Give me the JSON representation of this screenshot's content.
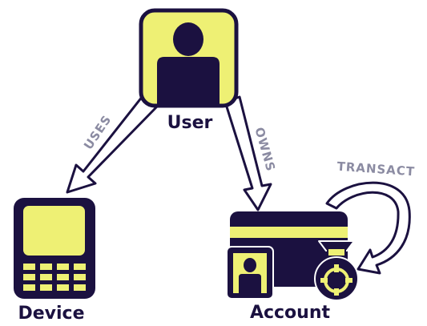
{
  "colors": {
    "dark": "#1b1140",
    "accent": "#eef074",
    "edge_label": "#8b8ba2",
    "background": "#ffffff"
  },
  "nodes": {
    "user": {
      "label": "User",
      "icon": "user-icon"
    },
    "device": {
      "label": "Device",
      "icon": "mobile-phone-icon"
    },
    "account": {
      "label": "Account",
      "icon": "credit-card-icon"
    }
  },
  "edges": {
    "uses": {
      "label": "USES",
      "from": "user",
      "to": "device"
    },
    "owns": {
      "label": "OWNS",
      "from": "user",
      "to": "account"
    },
    "transact": {
      "label": "TRANSACT",
      "from": "account",
      "to": "account"
    }
  }
}
